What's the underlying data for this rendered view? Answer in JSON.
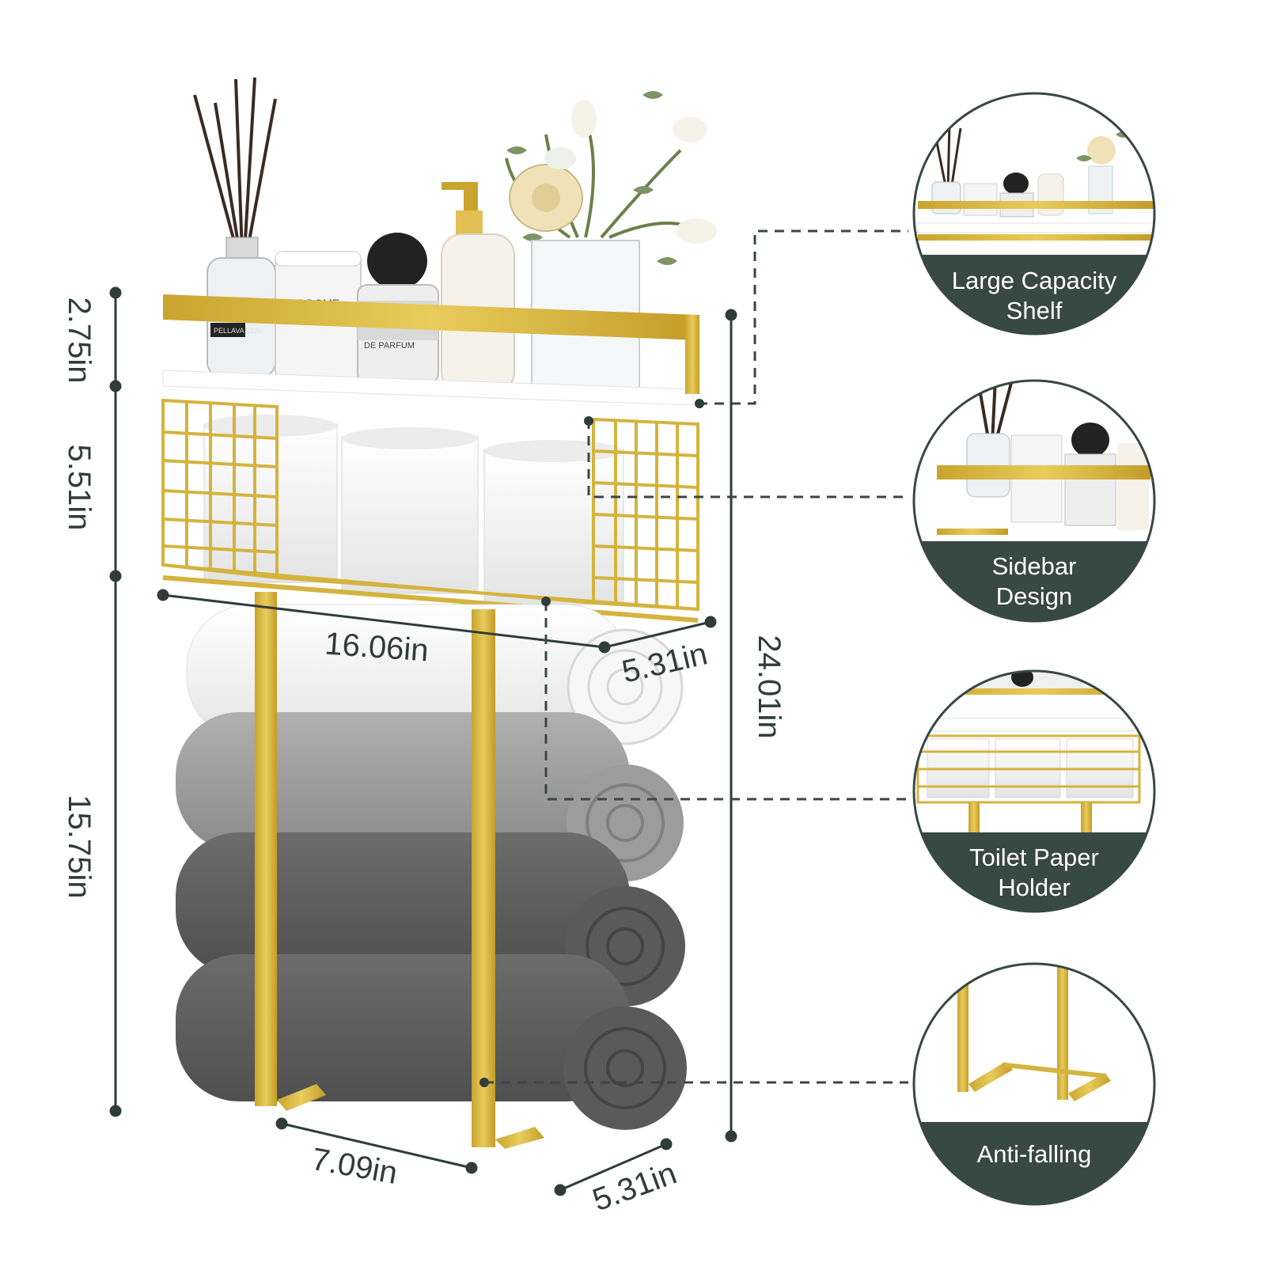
{
  "colors": {
    "gold": "#d4b33e",
    "gold_dark": "#b8952a",
    "dimension_line": "#2f3d3a",
    "badge_dark": "#384843",
    "towel_white": "#f4f4f4",
    "towel_light_gray": "#9a9a9a",
    "towel_dark_gray": "#5e5e5e"
  },
  "product": {
    "items_on_shelf": {
      "perfume_label": "PELLAVA 1520",
      "candle_label": "FEE DOME",
      "bottle_label": "DE PARFUM"
    },
    "icons": [
      "reed-diffuser-icon",
      "candle-jar-icon",
      "perfume-bottle-icon",
      "soap-dispenser-icon",
      "flower-vase-icon",
      "toilet-paper-roll-icon",
      "rolled-towel-icon"
    ]
  },
  "dimensions": {
    "shelf_height": "2.75in",
    "basket_height": "5.51in",
    "towel_section_height": "15.75in",
    "total_height": "24.01in",
    "width": "16.06in",
    "shelf_depth": "5.31in",
    "towel_bar_width": "7.09in",
    "towel_bar_depth": "5.31in"
  },
  "features": [
    {
      "label_line1": "Large Capacity",
      "label_line2": "Shelf"
    },
    {
      "label_line1": "Sidebar",
      "label_line2": "Design"
    },
    {
      "label_line1": "Toilet Paper",
      "label_line2": "Holder"
    },
    {
      "label_line1": "Anti-falling",
      "label_line2": ""
    }
  ]
}
